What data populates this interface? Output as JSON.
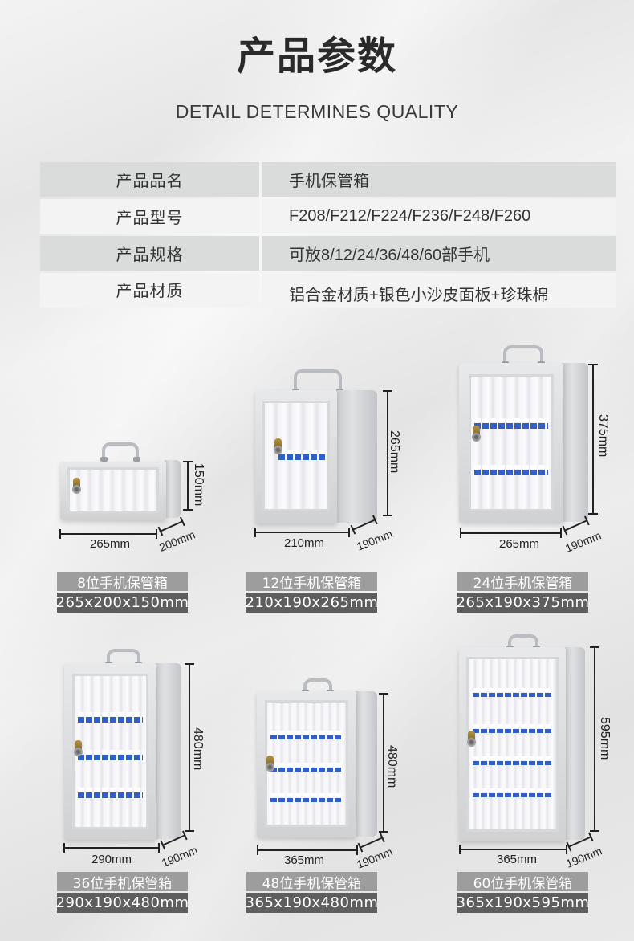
{
  "header": {
    "title": "产品参数",
    "subtitle": "DETAIL DETERMINES QUALITY"
  },
  "spec_table": [
    {
      "key": "产品品名",
      "value": "手机保管箱"
    },
    {
      "key": "产品型号",
      "value": "F208/F212/F224/F236/F248/F260"
    },
    {
      "key": "产品规格",
      "value": "可放8/12/24/36/48/60部手机"
    },
    {
      "key": "产品材质",
      "value": "铝合金材质+银色小沙皮面板+珍珠棉"
    }
  ],
  "products": [
    {
      "name": "8位手机保管箱",
      "size": "265x200x150mm",
      "width_label": "265mm",
      "depth_label": "200mm",
      "height_label": "150mm"
    },
    {
      "name": "12位手机保管箱",
      "size": "210x190x265mm",
      "width_label": "210mm",
      "depth_label": "190mm",
      "height_label": "265mm"
    },
    {
      "name": "24位手机保管箱",
      "size": "265x190x375mm",
      "width_label": "265mm",
      "depth_label": "190mm",
      "height_label": "375mm"
    },
    {
      "name": "36位手机保管箱",
      "size": "290x190x480mm",
      "width_label": "290mm",
      "depth_label": "190mm",
      "height_label": "480mm"
    },
    {
      "name": "48位手机保管箱",
      "size": "365x190x480mm",
      "width_label": "365mm",
      "depth_label": "190mm",
      "height_label": "480mm"
    },
    {
      "name": "60位手机保管箱",
      "size": "365x190x595mm",
      "width_label": "365mm",
      "depth_label": "190mm",
      "height_label": "595mm"
    }
  ],
  "colors": {
    "label_name_bg": "#9d9d9d",
    "label_size_bg": "#5e5e5e",
    "slot_number_blue": "#2f5fc7",
    "table_dark_row": "#dadbdb",
    "table_light_row": "#f3f3f3"
  }
}
